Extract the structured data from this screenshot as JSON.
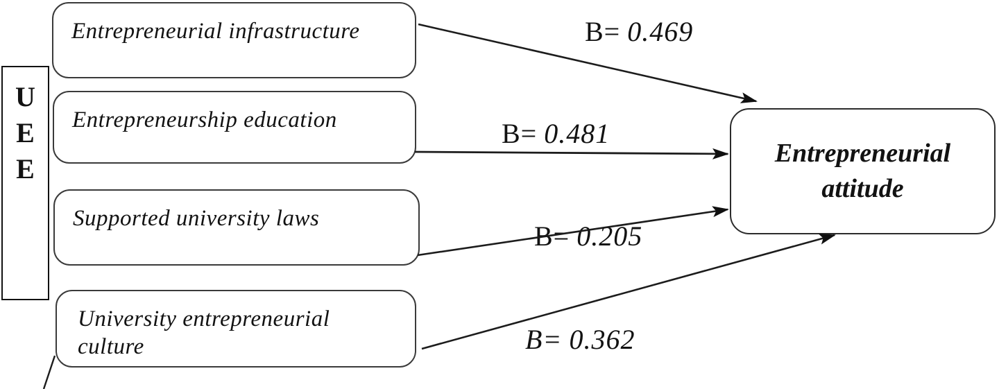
{
  "figure": {
    "background_color": "#ffffff",
    "line_color": "#1c1c1c",
    "group_box": {
      "label": "UEE"
    },
    "predictor_boxes": [
      {
        "label": "Entrepreneurial infrastructure"
      },
      {
        "label": "Entrepreneurship education"
      },
      {
        "label": "Supported university laws"
      },
      {
        "label": "University entrepreneurial culture"
      }
    ],
    "outcome_box": {
      "label": "Entrepreneurial attitude"
    },
    "arrows": [
      {
        "from": "Entrepreneurial infrastructure",
        "to": "Entrepreneurial attitude",
        "prefix": "B=",
        "value": "0.469"
      },
      {
        "from": "Entrepreneurship education",
        "to": "Entrepreneurial attitude",
        "prefix": "B=",
        "value": "0.481"
      },
      {
        "from": "Supported university laws",
        "to": "Entrepreneurial attitude",
        "prefix": "B=",
        "value": "0.205"
      },
      {
        "from": "University entrepreneurial culture",
        "to": "Entrepreneurial attitude",
        "prefix": "B=",
        "value": "0.362"
      }
    ]
  }
}
